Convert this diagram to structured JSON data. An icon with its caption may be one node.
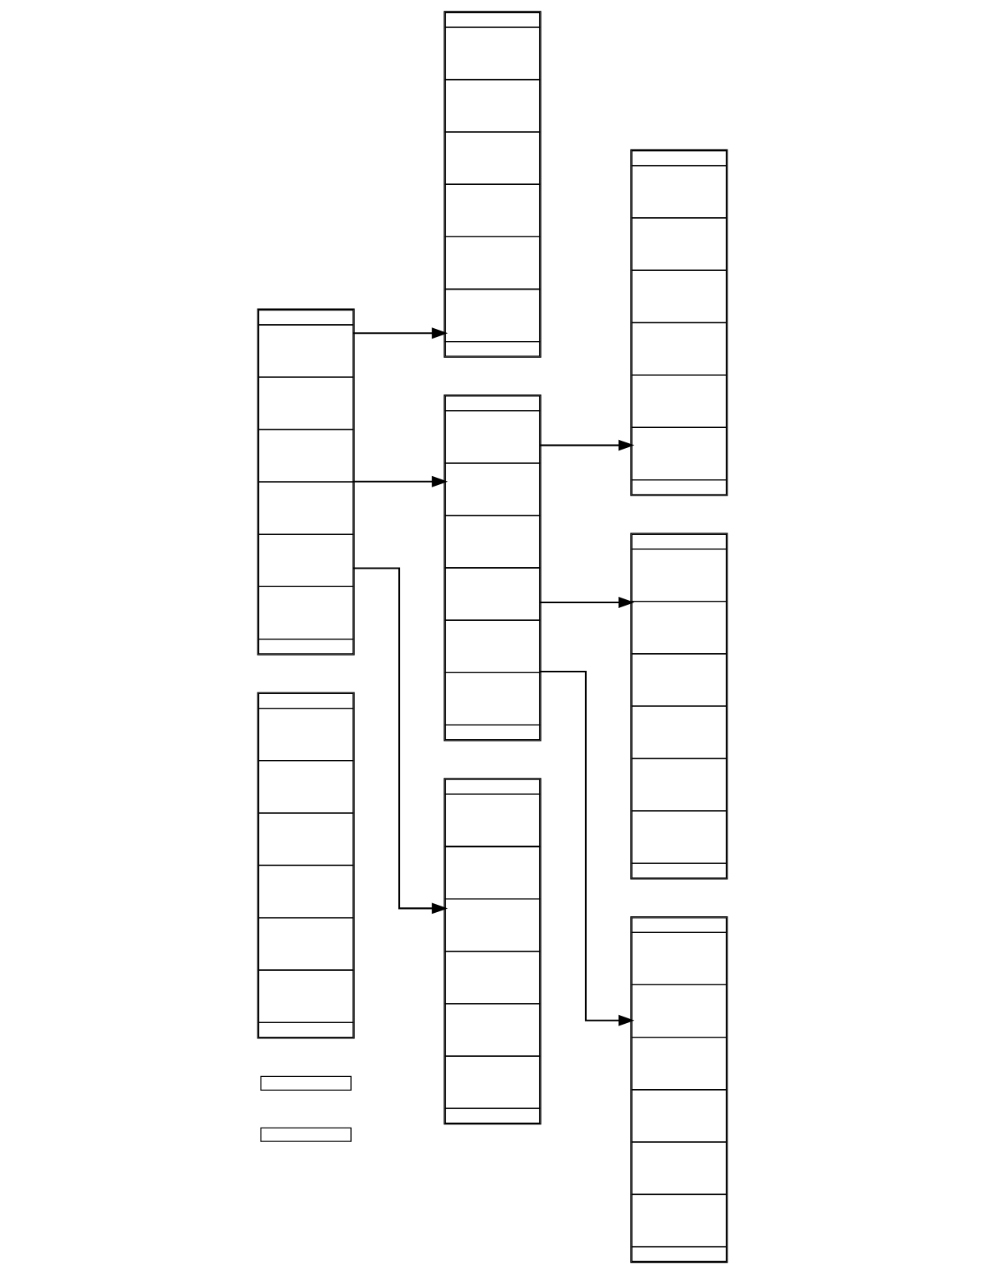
{
  "diagram": {
    "nodes": [
      {
        "text": [],
        "shape": "box"
      },
      {
        "text": [],
        "shape": "box"
      },
      {
        "text": [],
        "shape": "table"
      },
      {
        "text": [],
        "shape": "table"
      },
      {
        "text": [],
        "shape": "table"
      },
      {
        "text": [],
        "shape": "table"
      },
      {
        "text": [],
        "shape": "table"
      },
      {
        "text": [],
        "shape": "table"
      },
      {
        "text": [],
        "shape": "table"
      },
      {
        "text": [],
        "shape": "table"
      }
    ],
    "edges": [
      {
        "from": 5,
        "to": 3,
        "arrow": "to"
      },
      {
        "from": 5,
        "to": 7,
        "arrow": "to"
      },
      {
        "from": 5,
        "to": 8,
        "arrow": "to"
      },
      {
        "from": 7,
        "to": 4,
        "arrow": "to"
      },
      {
        "from": 7,
        "to": 6,
        "arrow": "to"
      },
      {
        "from": 7,
        "to": 9,
        "arrow": "to"
      }
    ]
  }
}
